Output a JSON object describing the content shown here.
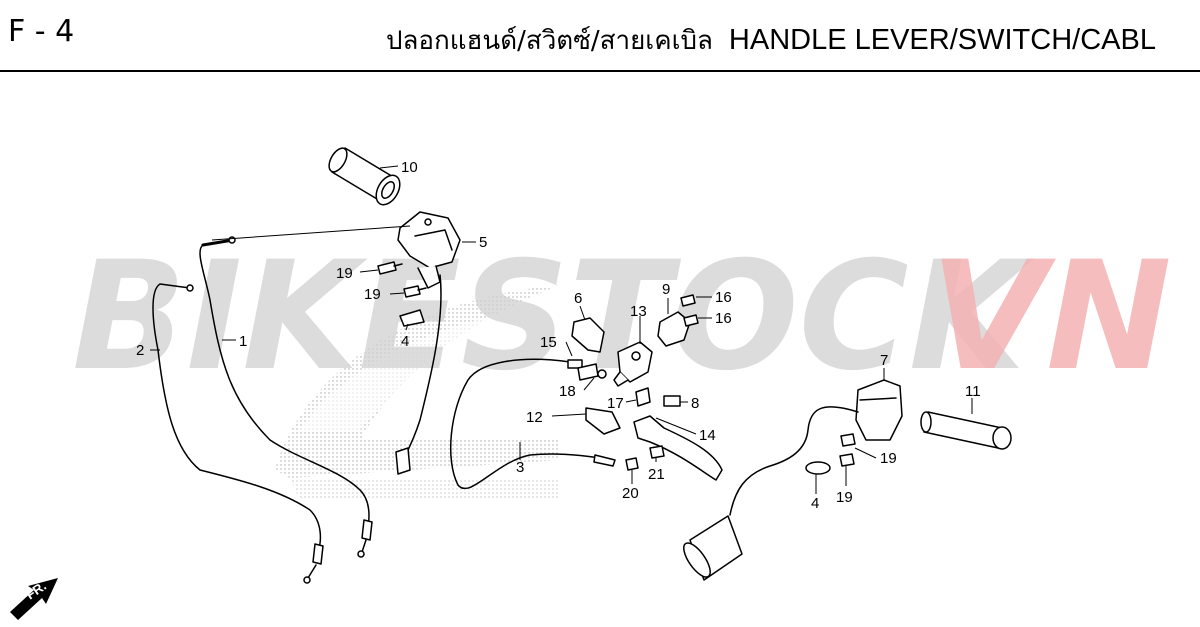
{
  "header": {
    "page_code": "F - 4",
    "title_th": "ปลอกแฮนด์/สวิตซ์/สายเคเบิล",
    "title_en": "HANDLE LEVER/SWITCH/CABL"
  },
  "watermark": {
    "text_gray": "BIKESTOCK",
    "text_red": "VN",
    "color_gray": "#d0d0d0",
    "color_red": "#f3b2b2"
  },
  "direction_marker": "FR.",
  "callouts": {
    "c10": "10",
    "c5": "5",
    "c19a": "19",
    "c19b": "19",
    "c4a": "4",
    "c2": "2",
    "c1": "1",
    "c6": "6",
    "c15": "15",
    "c18": "18",
    "c13": "13",
    "c9": "9",
    "c16a": "16",
    "c16b": "16",
    "c17": "17",
    "c8": "8",
    "c12": "12",
    "c14": "14",
    "c3": "3",
    "c20": "20",
    "c21": "21",
    "c7": "7",
    "c11": "11",
    "c19c": "19",
    "c19d": "19",
    "c4b": "4"
  }
}
